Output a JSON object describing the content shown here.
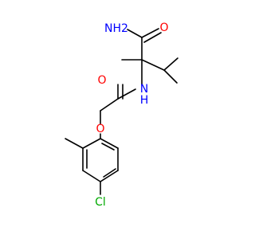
{
  "labels": {
    "amide_nh2": "NH2",
    "amide_o": "O",
    "nh": "N",
    "nh_h": "H",
    "acyl_o": "O",
    "ether_o": "O",
    "cl": "Cl"
  },
  "colors": {
    "bond": "#000000",
    "oxygen": "#ff0000",
    "nitrogen": "#0000ff",
    "chlorine": "#00aa00",
    "background": "#ffffff"
  }
}
